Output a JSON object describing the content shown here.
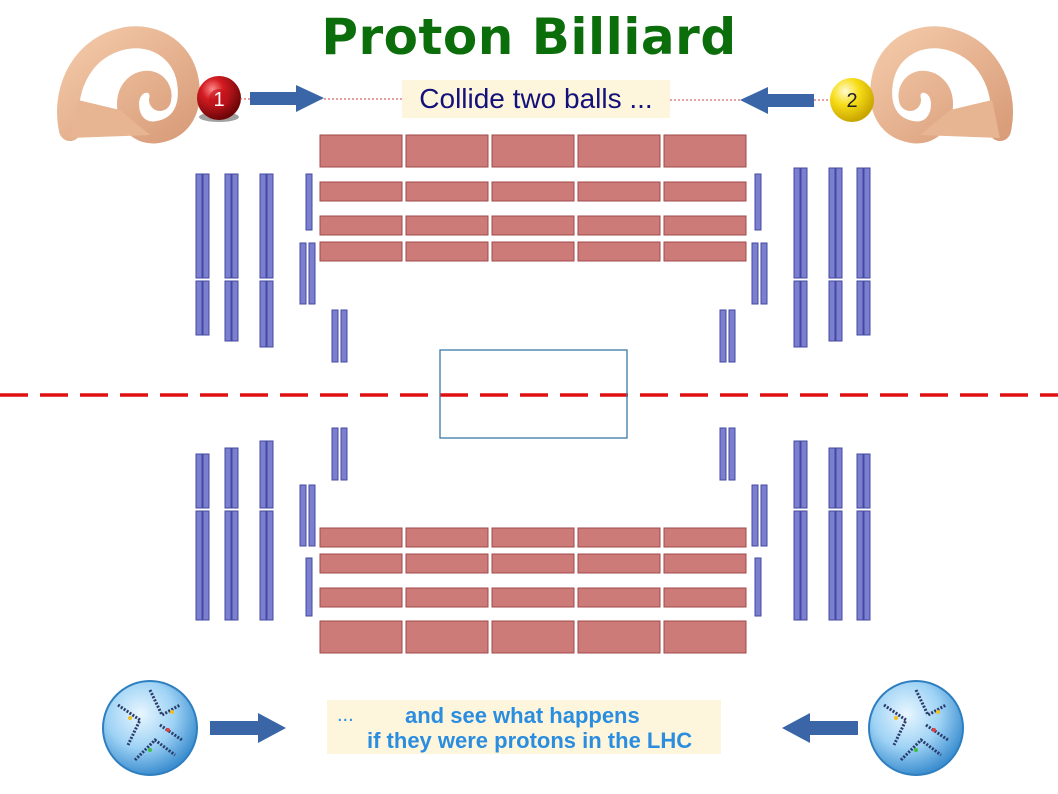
{
  "title": "Proton Billiard",
  "top_caption": "Collide two balls ...",
  "bottom_caption": {
    "ellipsis": "...",
    "line1": "and see what happens",
    "line2": "if they were protons in the LHC"
  },
  "balls": [
    {
      "label": "1",
      "color": "#c0101a"
    },
    {
      "label": "2",
      "color": "#f5d80a"
    }
  ],
  "colors": {
    "title": "#0b6e0b",
    "arrow": "#3a66a8",
    "calorimeter": "#cd7b78",
    "muon_chamber": "#7b7fd0",
    "beam_axis": "#e01010"
  },
  "icons": [
    "hand-icon",
    "billiard-ball-icon",
    "proton-icon",
    "arrow-icon"
  ]
}
